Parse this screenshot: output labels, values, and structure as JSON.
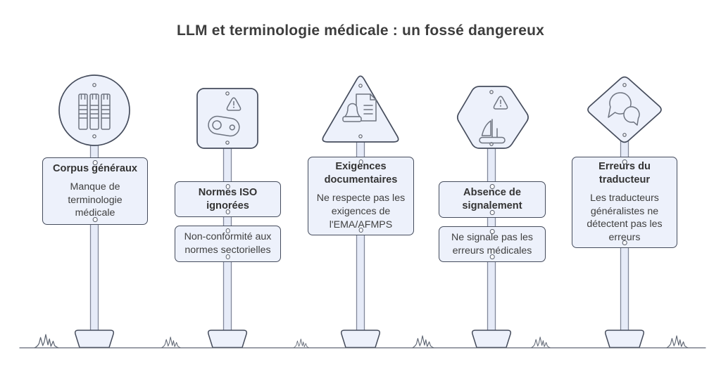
{
  "title": "LLM et terminologie médicale : un fossé dangereux",
  "signs": [
    {
      "shape": "circle",
      "icon": "books-icon",
      "title": "Corpus généraux",
      "body": "Manque de terminologie médicale"
    },
    {
      "shape": "rounded-square",
      "icon": "warning-belt-icon",
      "title": "Normes ISO ignorées",
      "body": "Non-conformité aux normes sectorielles"
    },
    {
      "shape": "triangle",
      "icon": "stamp-document-icon",
      "title": "Exigences documentaires",
      "body": "Ne respecte pas les exigences de l'EMA/AFMPS"
    },
    {
      "shape": "hexagon",
      "icon": "boat-warning-icon",
      "title": "Absence de signalement",
      "body": "Ne signale pas les erreurs médicales"
    },
    {
      "shape": "diamond",
      "icon": "chat-bubbles-icon",
      "title": "Erreurs du traducteur",
      "body": "Les traducteurs généralistes ne détectent pas les erreurs"
    }
  ],
  "colors": {
    "sign_fill": "#edf1fb",
    "sign_border": "#454c5c",
    "icon_stroke": "#6e7480",
    "text": "#3f3f3f",
    "title_text": "#3d3d3d",
    "post_fill": "#e6ebf8",
    "post_border": "#81879a",
    "ground": "#5f6673",
    "background": "#ffffff"
  }
}
